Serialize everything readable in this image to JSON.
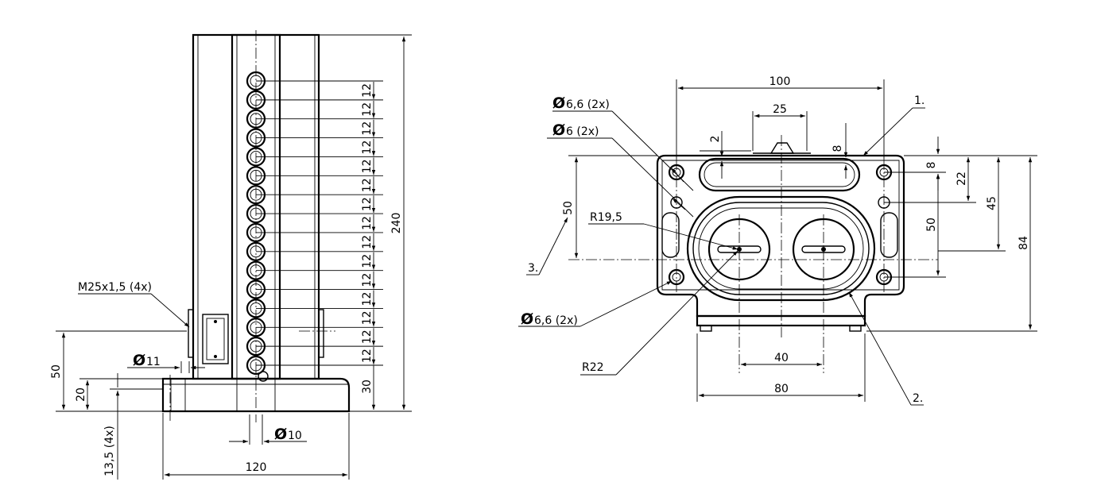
{
  "side_view": {
    "pitch_label": "12",
    "dim_height_total": "240",
    "dim_bottom": "30",
    "dim_width": "120",
    "dim_axis_height": "50",
    "dim_base_height": "20",
    "dim_hole_depth": "13,5 (4x)",
    "thread_label": "M25x1,5 (4x)",
    "dia_symbol": "Ø",
    "dia_11": "11",
    "dia_10": "10"
  },
  "front_view": {
    "dim_100": "100",
    "dim_25": "25",
    "dim_2": "2",
    "dim_8_top": "8",
    "dim_8_right": "8",
    "dim_22": "22",
    "dim_45": "45",
    "dim_84": "84",
    "dim_50_left": "50",
    "dim_50_right": "50",
    "dim_40": "40",
    "dim_80": "80",
    "callout_1": "1.",
    "callout_2": "2.",
    "callout_3": "3.",
    "dia_symbol": "Ø",
    "dia_66_top": "6,6 (2x)",
    "dia_6": "6 (2x)",
    "dia_66_bottom": "6,6 (2x)",
    "r195": "R19,5",
    "r22": "R22"
  }
}
